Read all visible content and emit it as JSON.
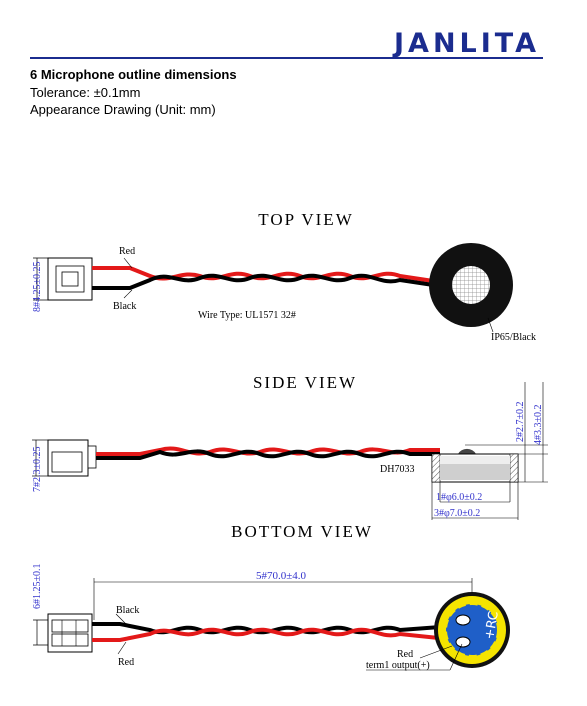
{
  "header": {
    "logo_text": "JANLITA",
    "brand_color": "#1b2c8f"
  },
  "section": {
    "title": "6 Microphone outline dimensions",
    "tolerance": "Tolerance: ±0.1mm",
    "drawing_note": "Appearance Drawing (Unit: mm)"
  },
  "top_view": {
    "title": "TOP VIEW",
    "dim_connector": "8#4.25±0.25",
    "label_red": "Red",
    "label_black": "Black",
    "wire_type": "Wire Type: UL1571 32#",
    "label_ip": "IP65/Black"
  },
  "side_view": {
    "title": "SIDE VIEW",
    "dim_connector": "7#2.3±0.25",
    "part_number": "DH7033",
    "dim_2": "2#2.7±0.2",
    "dim_4": "4#3.3±0.2",
    "dim_1": "1#φ6.0±0.2",
    "dim_3": "3#φ7.0±0.2"
  },
  "bottom_view": {
    "title": "BOTTOM VIEW",
    "dim_connector": "6#1.25±0.1",
    "dim_length": "5#70.0±4.0",
    "label_black": "Black",
    "label_red_left": "Red",
    "label_red_right": "Red",
    "term_label": "term1 output(+)",
    "capsule_text": "+RC"
  },
  "colors": {
    "blue_dim": "#3333cc",
    "wire_red": "#e31919",
    "wire_black": "#000000",
    "capsule_yellow": "#f5e400",
    "capsule_blue": "#1f5fc8"
  }
}
